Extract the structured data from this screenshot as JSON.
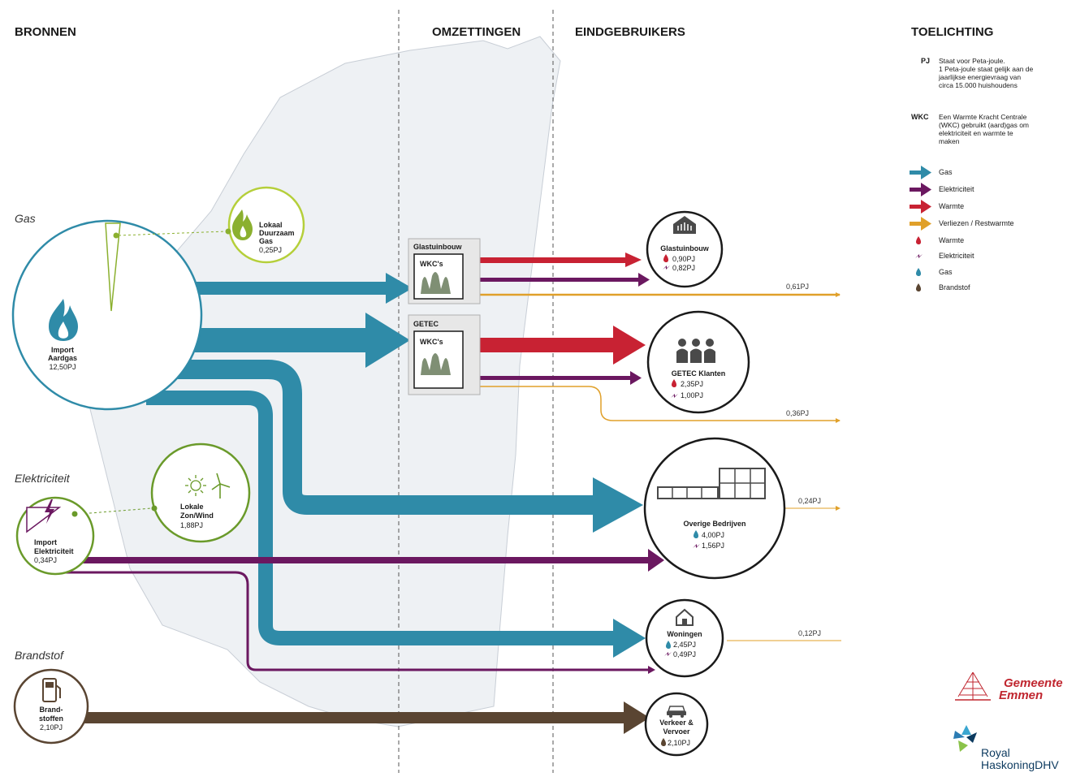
{
  "headers": {
    "sources": "BRONNEN",
    "conversions": "OMZETTINGEN",
    "end_users": "EINDGEBRUIKERS",
    "explanation": "TOELICHTING"
  },
  "categories": {
    "gas": "Gas",
    "electricity": "Elektriciteit",
    "fuel": "Brandstof"
  },
  "sources": {
    "import_gas": {
      "line1": "Import",
      "line2": "Aardgas",
      "value": "12,50PJ"
    },
    "local_green_gas": {
      "line1": "Lokaal",
      "line2": "Duurzaam",
      "line3": "Gas",
      "value": "0,25PJ"
    },
    "local_sun_wind": {
      "line1": "Lokale",
      "line2": "Zon/Wind",
      "value": "1,88PJ"
    },
    "import_electricity": {
      "line1": "Import",
      "line2": "Elektriciteit",
      "value": "0,34PJ"
    },
    "fuels": {
      "line1": "Brand-",
      "line2": "stoffen",
      "value": "2,10PJ"
    }
  },
  "conversions": {
    "greenhouse": {
      "title": "Glastuinbouw",
      "unit": "WKC's"
    },
    "getec": {
      "title": "GETEC",
      "unit": "WKC's"
    }
  },
  "end_users": {
    "greenhouse": {
      "title": "Glastuinbouw",
      "heat": "0,90PJ",
      "electricity": "0,82PJ"
    },
    "getec": {
      "title": "GETEC Klanten",
      "heat": "2,35PJ",
      "electricity": "1,00PJ"
    },
    "other_companies": {
      "title": "Overige Bedrijven",
      "gas": "4,00PJ",
      "electricity": "1,56PJ"
    },
    "homes": {
      "title": "Woningen",
      "gas": "2,45PJ",
      "electricity": "0,49PJ"
    },
    "traffic": {
      "line1": "Verkeer &",
      "line2": "Vervoer",
      "fuel": "2,10PJ"
    }
  },
  "losses": {
    "greenhouse": "0,61PJ",
    "getec": "0,36PJ",
    "other_companies": "0,24PJ",
    "homes": "0,12PJ"
  },
  "legend": {
    "pj_key": "PJ",
    "pj_text": [
      "Staat voor Peta-joule.",
      "1 Peta-joule staat gelijk aan de",
      "jaarlijkse energievraag van",
      "circa 15.000 huishoudens"
    ],
    "wkc_key": "WKC",
    "wkc_text": [
      "Een Warmte Kracht Centrale",
      "(WKC) gebruikt (aard)gas om",
      "elektriciteit en warmte te",
      "maken"
    ],
    "flows": [
      {
        "label": "Gas",
        "color": "#2f8ba8"
      },
      {
        "label": "Elektriciteit",
        "color": "#6b1860"
      },
      {
        "label": "Warmte",
        "color": "#c82233"
      },
      {
        "label": "Verliezen / Restwarmte",
        "color": "#e0a02a"
      }
    ],
    "symbols": [
      {
        "label": "Warmte",
        "icon": "flame-red-icon"
      },
      {
        "label": "Elektriciteit",
        "icon": "bolt-icon"
      },
      {
        "label": "Gas",
        "icon": "flame-blue-icon"
      },
      {
        "label": "Brandstof",
        "icon": "drop-icon"
      }
    ]
  },
  "logos": {
    "gemeente_line1": "Gemeente",
    "gemeente_line2": "Emmen",
    "royal_line1": "Royal",
    "royal_line2": "HaskoningDHV"
  },
  "colors": {
    "gas": "#2f8ba8",
    "electricity": "#6b1860",
    "heat": "#c82233",
    "loss": "#e0a02a",
    "fuel": "#5a4532",
    "green": "#8bb02f",
    "region": "#eef1f4"
  }
}
